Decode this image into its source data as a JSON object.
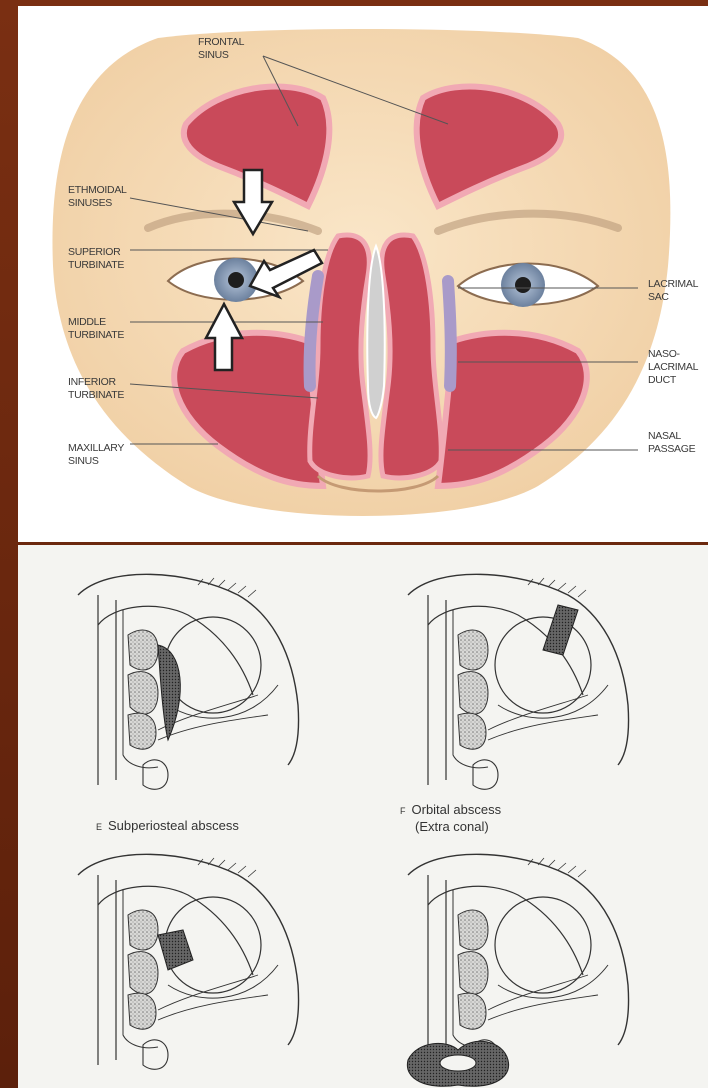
{
  "anatomy": {
    "labels": {
      "frontal_sinus": "FRONTAL\nSINUS",
      "ethmoidal_sinuses": "ETHMOIDAL\nSINUSES",
      "superior_turbinate": "SUPERIOR\nTURBINATE",
      "middle_turbinate": "MIDDLE\nTURBINATE",
      "inferior_turbinate": "INFERIOR\nTURBINATE",
      "maxillary_sinus": "MAXILLARY\nSINUS",
      "lacrimal_sac": "LACRIMAL\nSAC",
      "nasolacrimal_duct": "NASO-\nLACRIMAL\nDUCT",
      "nasal_passage": "NASAL\nPASSAGE"
    }
  },
  "diagrams": {
    "caption_e_mark": "E",
    "caption_e": "Subperiosteal abscess",
    "caption_f_mark": "F",
    "caption_f_line1": "Orbital abscess",
    "caption_f_line2": "(Extra conal)"
  },
  "colors": {
    "slide_border": "#6b2a14",
    "skin": "#f6dcb8",
    "sinus_fill": "#c94a5a",
    "sinus_edge": "#f1a9b4",
    "duct": "#a99ac9"
  }
}
